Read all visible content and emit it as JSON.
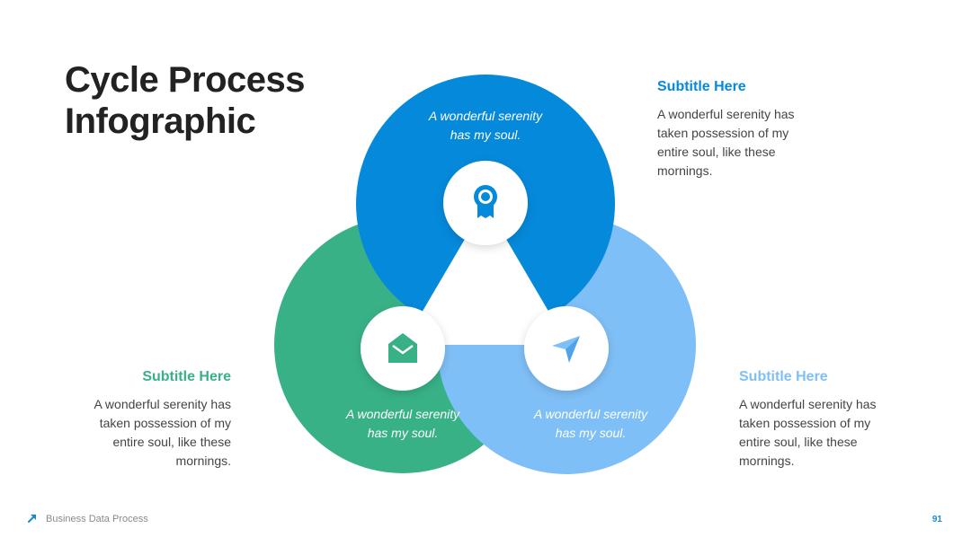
{
  "title": {
    "line1": "Cycle Process",
    "line2": "Infographic"
  },
  "colors": {
    "blue": "#0589DB",
    "green": "#38B187",
    "light_blue": "#7FBFF7",
    "title": "#222222",
    "body": "#444444"
  },
  "petals": [
    {
      "id": "blue",
      "icon": "award-ribbon-icon",
      "text_line1": "A wonderful serenity",
      "text_line2": "has my soul."
    },
    {
      "id": "green",
      "icon": "envelope-icon",
      "text_line1": "A wonderful serenity",
      "text_line2": "has my soul."
    },
    {
      "id": "light_blue",
      "icon": "paper-plane-icon",
      "text_line1": "A wonderful serenity",
      "text_line2": "has my soul."
    }
  ],
  "sections": [
    {
      "subtitle": "Subtitle Here",
      "body": [
        "A wonderful serenity has",
        "taken possession of my",
        "entire soul, like these",
        "mornings."
      ]
    },
    {
      "subtitle": "Subtitle Here",
      "body": [
        "A wonderful serenity has",
        "taken possession of my",
        "entire soul, like these",
        "mornings."
      ]
    },
    {
      "subtitle": "Subtitle Here",
      "body": [
        "A wonderful serenity has",
        "taken possession of my",
        "entire soul, like these",
        "mornings."
      ]
    }
  ],
  "footer": {
    "text": "Business Data Process",
    "page": "91"
  }
}
